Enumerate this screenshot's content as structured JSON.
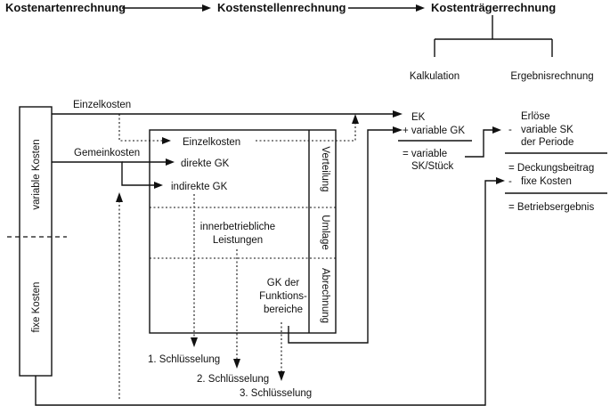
{
  "header": {
    "step1": "Kostenartenrechnung",
    "step2": "Kostenstellenrechnung",
    "step3": "Kostenträgerrechnung"
  },
  "branches": {
    "left": "Kalkulation",
    "right": "Ergebnisrechnung"
  },
  "cost_types": {
    "variable": "variable Kosten",
    "fixed": "fixe Kosten"
  },
  "inputs": {
    "einzelkosten": "Einzelkosten",
    "gemeinkosten": "Gemeinkosten"
  },
  "cost_center": {
    "einzelkosten": "Einzelkosten",
    "direkte_gk": "direkte GK",
    "indirekte_gk": "indirekte GK",
    "innerbetrieblich_1": "innerbetriebliche",
    "innerbetrieblich_2": "Leistungen",
    "gk_1": "GK der",
    "gk_2": "Funktions-",
    "gk_3": "bereiche",
    "phase_verteilung": "Verteilung",
    "phase_umlage": "Umlage",
    "phase_abrechnung": "Abrechnung"
  },
  "keys": {
    "k1": "1. Schlüsselung",
    "k2": "2. Schlüsselung",
    "k3": "3. Schlüsselung"
  },
  "calculation": {
    "ek": "EK",
    "plus_variable_gk": "+ variable GK",
    "equals_variable": "= variable",
    "sk_stueck": "SK/Stück"
  },
  "result": {
    "erloese": "Erlöse",
    "minus_1": "-",
    "variable_sk": "variable SK",
    "der_periode": "der Periode",
    "deckungsbeitrag": "= Deckungsbeitrag",
    "minus_2": "-",
    "fixe_kosten": "fixe Kosten",
    "betriebsergebnis": "= Betriebsergebnis"
  }
}
